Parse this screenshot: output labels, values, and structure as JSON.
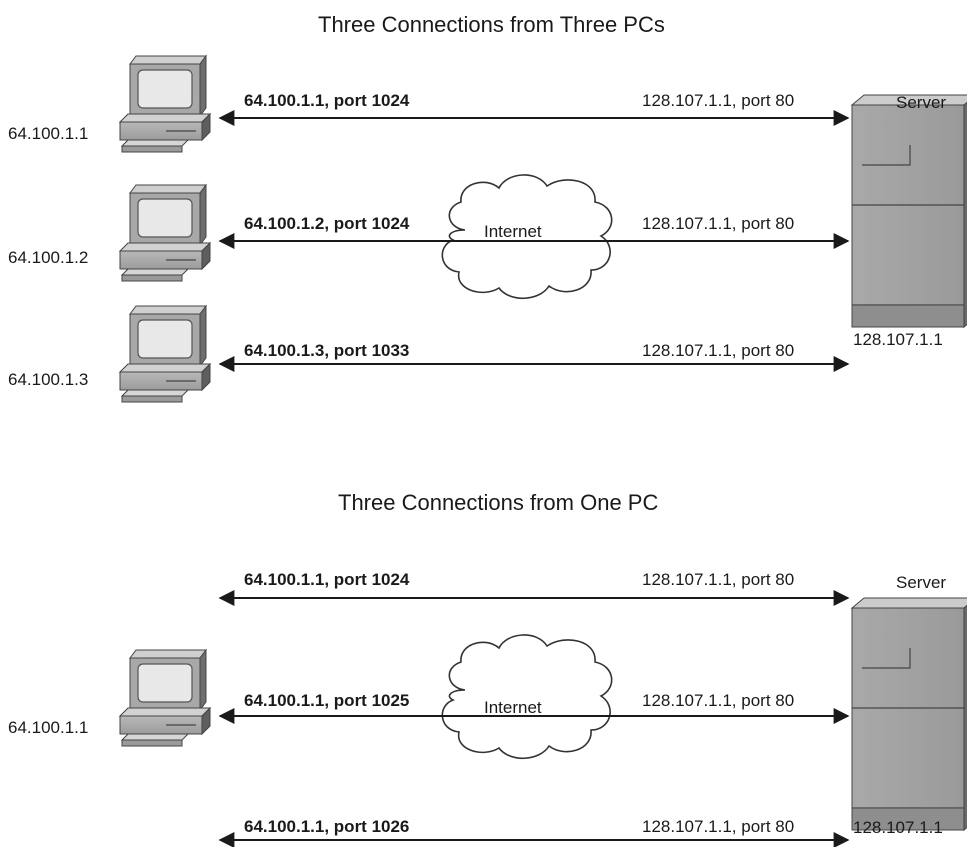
{
  "top": {
    "title": "Three Connections from Three PCs",
    "pcs": [
      {
        "ip": "64.100.1.1"
      },
      {
        "ip": "64.100.1.2"
      },
      {
        "ip": "64.100.1.3"
      }
    ],
    "connections": [
      {
        "client": "64.100.1.1, port 1024",
        "server": "128.107.1.1, port 80"
      },
      {
        "client": "64.100.1.2, port 1024",
        "server": "128.107.1.1, port 80"
      },
      {
        "client": "64.100.1.3, port 1033",
        "server": "128.107.1.1, port 80"
      }
    ],
    "cloud_label": "Internet",
    "server_label": "Server",
    "server_ip": "128.107.1.1"
  },
  "bottom": {
    "title": "Three Connections from One PC",
    "pc_ip": "64.100.1.1",
    "connections": [
      {
        "client": "64.100.1.1, port 1024",
        "server": "128.107.1.1, port 80"
      },
      {
        "client": "64.100.1.1, port 1025",
        "server": "128.107.1.1,  port 80"
      },
      {
        "client": "64.100.1.1, port 1026",
        "server": "128.107.1.1, port 80"
      }
    ],
    "cloud_label": "Internet",
    "server_label": "Server",
    "server_ip": "128.107.1.1"
  }
}
